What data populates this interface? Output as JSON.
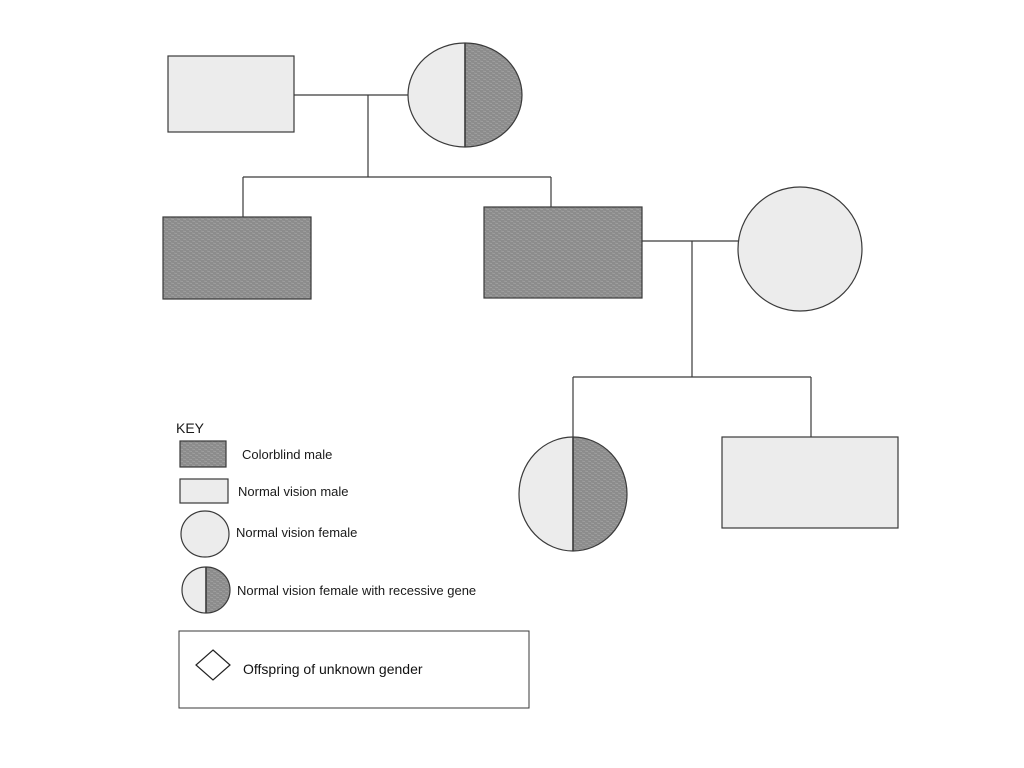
{
  "colors": {
    "affected": "#8c8c8c",
    "normal": "#ececec",
    "outline": "#3a3a3a",
    "line": "#3a3a3a"
  },
  "key": {
    "heading": "KEY",
    "items": [
      {
        "symbol": "square-affected",
        "label": "Colorblind male"
      },
      {
        "symbol": "square-normal",
        "label": "Normal vision male"
      },
      {
        "symbol": "circle-normal",
        "label": "Normal vision female"
      },
      {
        "symbol": "circle-carrier",
        "label": "Normal vision female with recessive gene"
      }
    ]
  },
  "unknown_gender_box": {
    "symbol": "diamond",
    "label": "Offspring of unknown gender"
  },
  "pedigree": {
    "generation_1": [
      "normal-male",
      "carrier-female"
    ],
    "generation_2": [
      "colorblind-male",
      "colorblind-male",
      "normal-female"
    ],
    "generation_3": [
      "carrier-female",
      "normal-male"
    ]
  }
}
